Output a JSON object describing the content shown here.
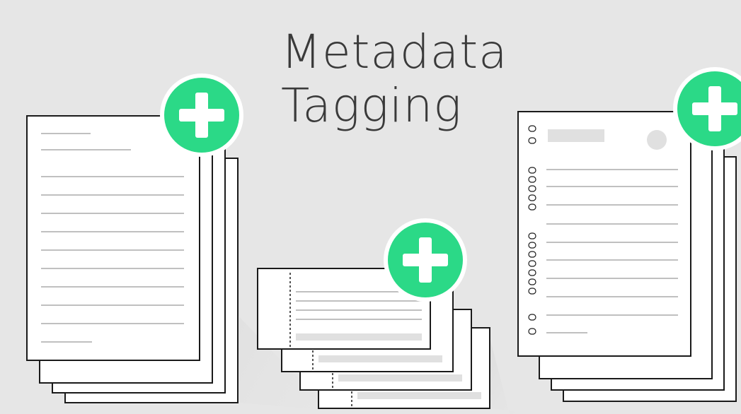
{
  "title": {
    "line1": "Metadata",
    "line2": "Tagging"
  },
  "colors": {
    "background": "#e6e6e6",
    "accent_green": "#2bd987",
    "paper": "#ffffff",
    "outline": "#1a1a1a",
    "text_lines": "#9a9a9a",
    "placeholder_gray": "#e0e0e0"
  },
  "icons": {
    "add_badge": "plus-circle-icon"
  },
  "documents": [
    {
      "name": "text-document-stack",
      "kind": "lined-pages"
    },
    {
      "name": "ticket-document-stack",
      "kind": "tickets"
    },
    {
      "name": "form-document-stack",
      "kind": "checklist-form"
    }
  ]
}
